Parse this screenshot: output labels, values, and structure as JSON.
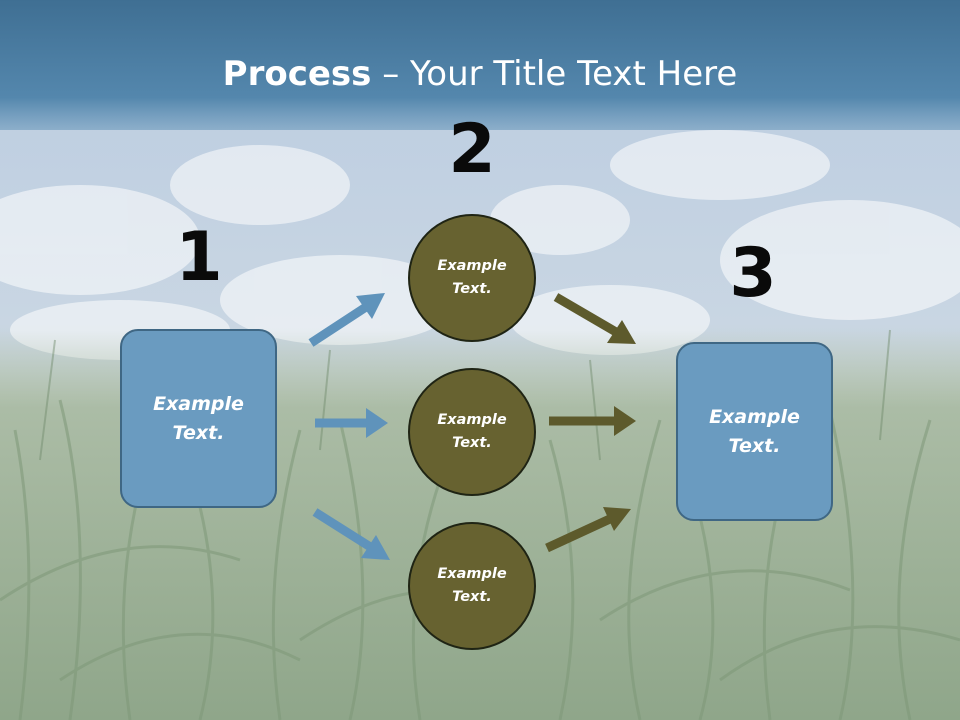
{
  "title": {
    "bold": "Process",
    "separator": " – ",
    "rest": "Your Title Text Here"
  },
  "step_numbers": [
    "1",
    "2",
    "3"
  ],
  "left_box": {
    "text": "Example\nText."
  },
  "right_box": {
    "text": "Example\nText."
  },
  "circles": [
    {
      "text": "Example\nText."
    },
    {
      "text": "Example\nText."
    },
    {
      "text": "Example\nText."
    }
  ],
  "colors": {
    "box_fill": "#6a9bc0",
    "circle_fill": "#676230",
    "arrow_blue": "#5f93bb",
    "arrow_olive": "#5d5a2c",
    "title_bar": "#4a7ba0"
  }
}
